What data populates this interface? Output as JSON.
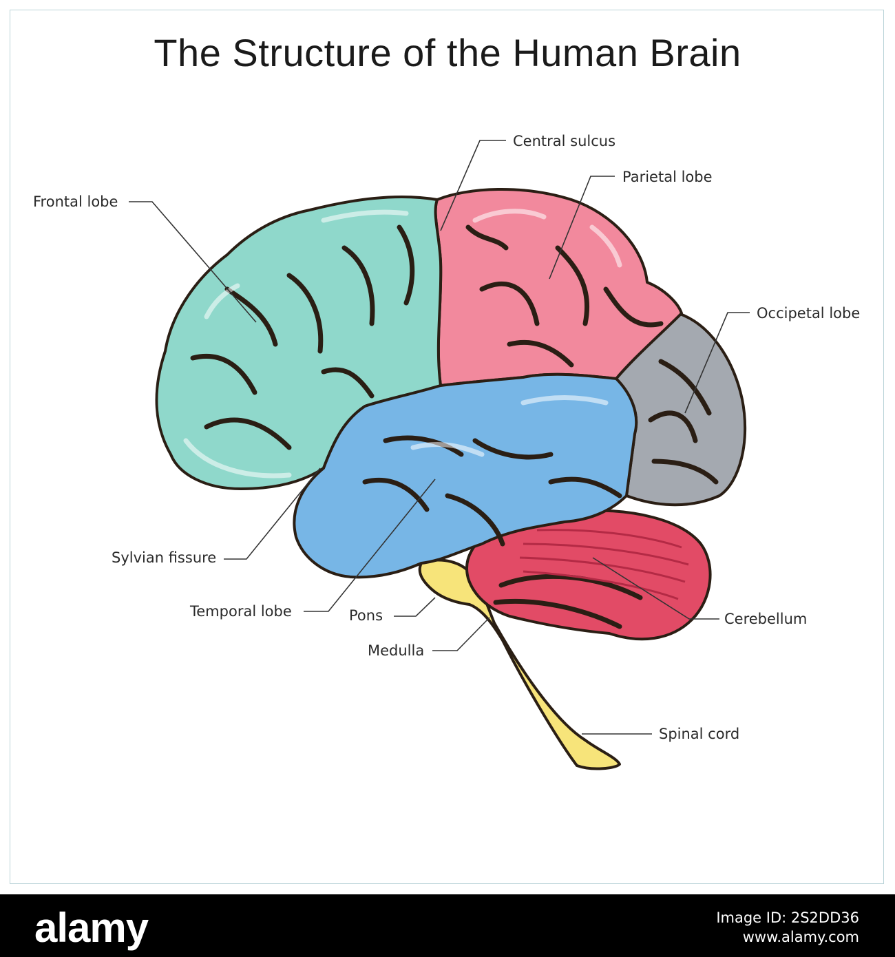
{
  "title": "The Structure of the Human Brain",
  "labels": {
    "central_sulcus": "Central sulcus",
    "parietal_lobe": "Parietal lobe",
    "frontal_lobe": "Frontal lobe",
    "occipetal_lobe": "Occipetal lobe",
    "sylvian_fissure": "Sylvian fissure",
    "temporal_lobe": "Temporal lobe",
    "pons": "Pons",
    "medulla": "Medulla",
    "cerebellum": "Cerebellum",
    "spinal_cord": "Spinal cord"
  },
  "colors": {
    "frontal": "#8fd8cb",
    "parietal": "#f2899d",
    "occipital": "#a4a9b0",
    "temporal": "#77b6e6",
    "cerebellum": "#e24b66",
    "brainstem": "#f7e47a",
    "outline": "#2a1e14"
  },
  "footer": {
    "brand": "alamy",
    "image_id": "Image ID: 2S2DD36",
    "site": "www.alamy.com"
  }
}
